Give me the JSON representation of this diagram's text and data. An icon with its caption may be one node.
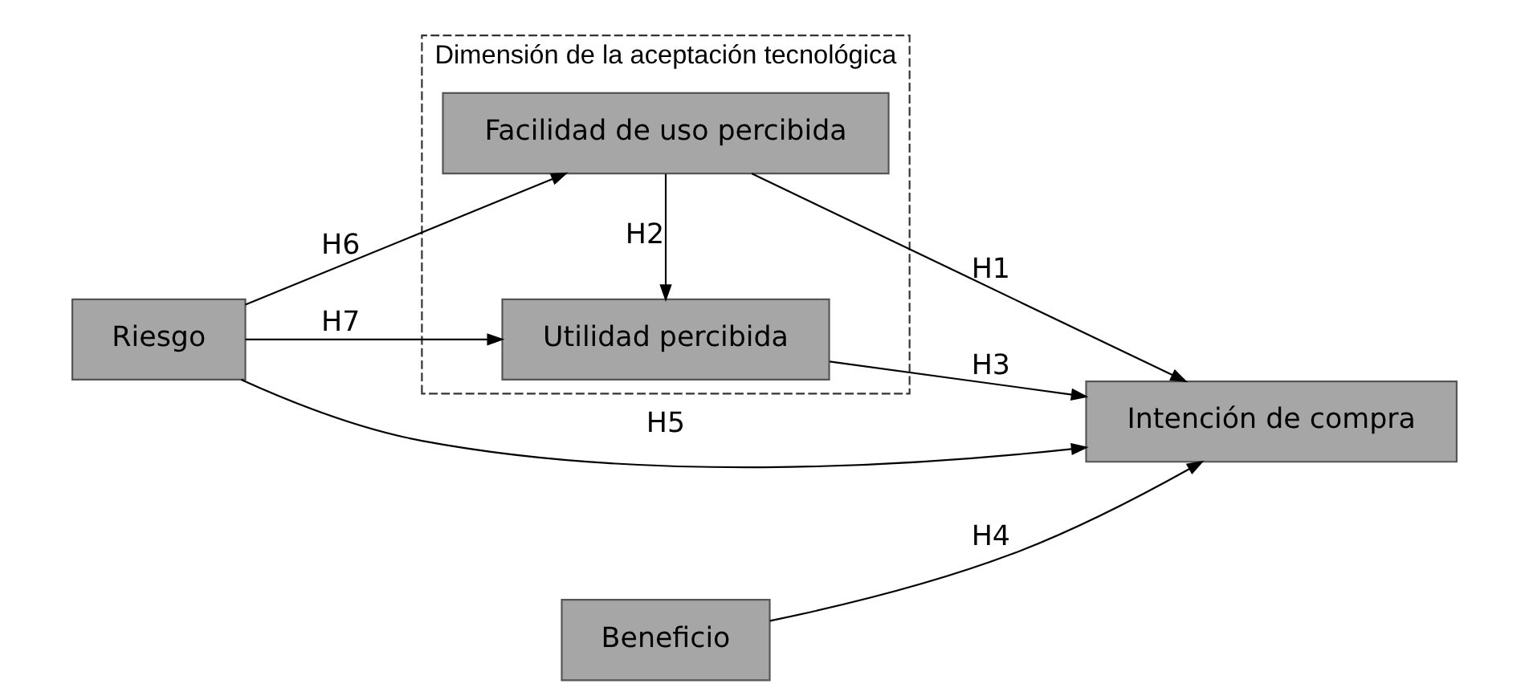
{
  "diagram": {
    "nodes": [
      {
        "text": [
          "Dimensión de la aceptación tecnológica"
        ]
      },
      {
        "text": [
          "Facilidad de uso percibida"
        ],
        "in": 0
      },
      {
        "text": [
          "Utilidad percibida"
        ],
        "in": 0
      },
      {
        "text": [
          "Riesgo"
        ]
      },
      {
        "text": [
          "Beneficio"
        ]
      },
      {
        "text": [
          "Intención de compra"
        ]
      }
    ],
    "edges": [
      {
        "from": 3,
        "to": 5,
        "arrow": "to",
        "label": "H5"
      },
      {
        "from": 3,
        "to": 1,
        "arrow": "to",
        "label": "H6"
      },
      {
        "from": 3,
        "to": 2,
        "arrow": "to",
        "label": "H7"
      },
      {
        "from": 1,
        "to": 2,
        "arrow": "to",
        "label": "H2"
      },
      {
        "from": 1,
        "to": 5,
        "arrow": "to",
        "label": "H1"
      },
      {
        "from": 2,
        "to": 5,
        "arrow": "to",
        "label": "H3"
      },
      {
        "from": 4,
        "to": 5,
        "arrow": "to",
        "label": "H4"
      }
    ]
  }
}
